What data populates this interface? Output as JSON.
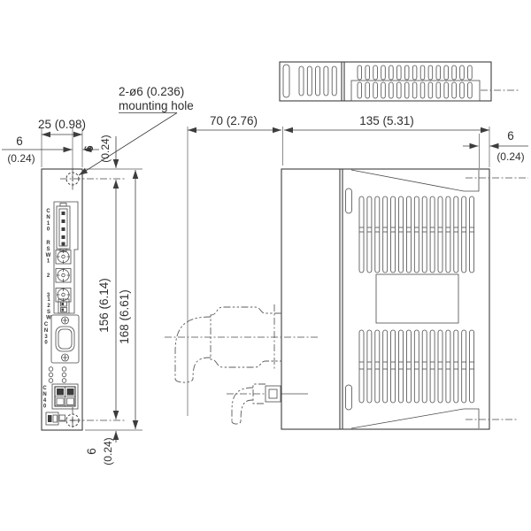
{
  "drawing": {
    "callout": {
      "line1": "2-ø6 (0.236)",
      "line2": "mounting hole"
    },
    "front_view": {
      "dim_width": "25 (0.98)",
      "dim_hole_side_value": "6",
      "dim_hole_side_inches": "(0.24)",
      "dim_hole_top_value": "6",
      "dim_hole_top_inches": "(0.24)",
      "dim_hole_pitch": "156 (6.14)",
      "dim_height": "168 (6.61)",
      "dim_hole_bottom_value": "6",
      "dim_hole_bottom_inches": "(0.24)",
      "labels": {
        "cn10": "CN10",
        "rsw1": "RSW1",
        "rsw2": "2",
        "rsw3": "3",
        "dipsw": "12SW",
        "cn30": "CN30",
        "cn40": "CN40"
      }
    },
    "side_view": {
      "dim_front_clearance": "70 (2.76)",
      "dim_depth": "135 (5.31)",
      "dim_hole_rear_value": "6",
      "dim_hole_rear_inches": "(0.24)",
      "upper_slot_count": 15,
      "lower_slot_count": 15
    },
    "top_view": {
      "left_slot_count": 5,
      "right_top_slot_count": 15,
      "right_bottom_slot_count": 15
    },
    "colors": {
      "line": "#3d3d3d",
      "text": "#2f2f2f",
      "background": "#ffffff"
    }
  }
}
